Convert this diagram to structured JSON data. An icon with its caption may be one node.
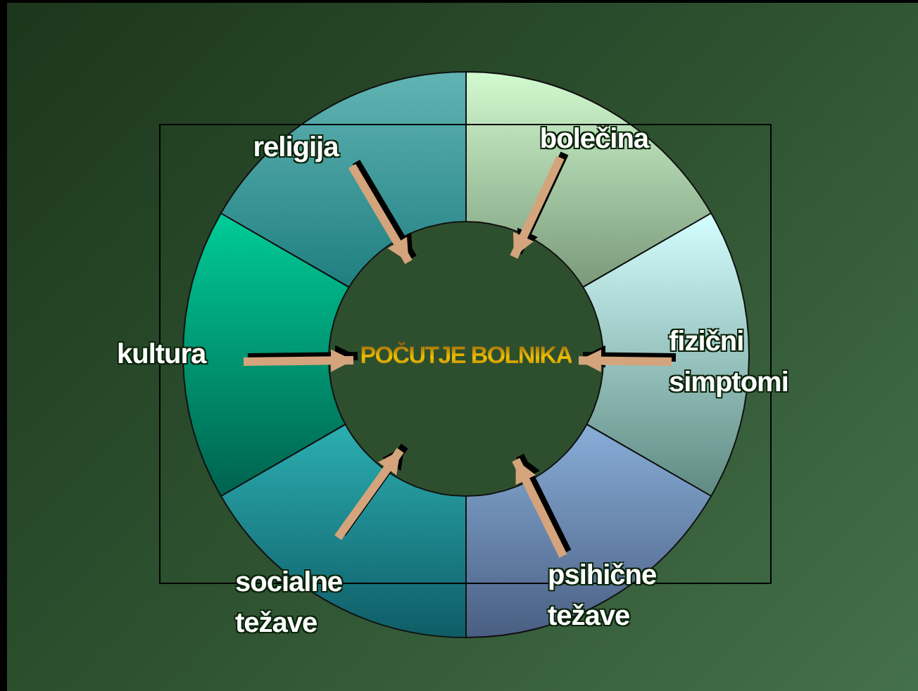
{
  "diagram": {
    "nodes": [
      {
        "text": [
          "POČUTJE BOLNIKA"
        ]
      },
      {
        "text": [
          "religija"
        ]
      },
      {
        "text": [
          "bolečina"
        ]
      },
      {
        "text": [
          "kultura"
        ]
      },
      {
        "text": [
          "fizični simptomi"
        ]
      },
      {
        "text": [
          "socialne težave"
        ]
      },
      {
        "text": [
          "psihične težave"
        ]
      }
    ],
    "edges": [
      {
        "from": 1,
        "to": 0,
        "arrow": "to"
      },
      {
        "from": 2,
        "to": 0,
        "arrow": "to"
      },
      {
        "from": 3,
        "to": 0,
        "arrow": "to"
      },
      {
        "from": 4,
        "to": 0,
        "arrow": "to"
      },
      {
        "from": 5,
        "to": 0,
        "arrow": "to"
      },
      {
        "from": 6,
        "to": 0,
        "arrow": "to"
      }
    ]
  }
}
